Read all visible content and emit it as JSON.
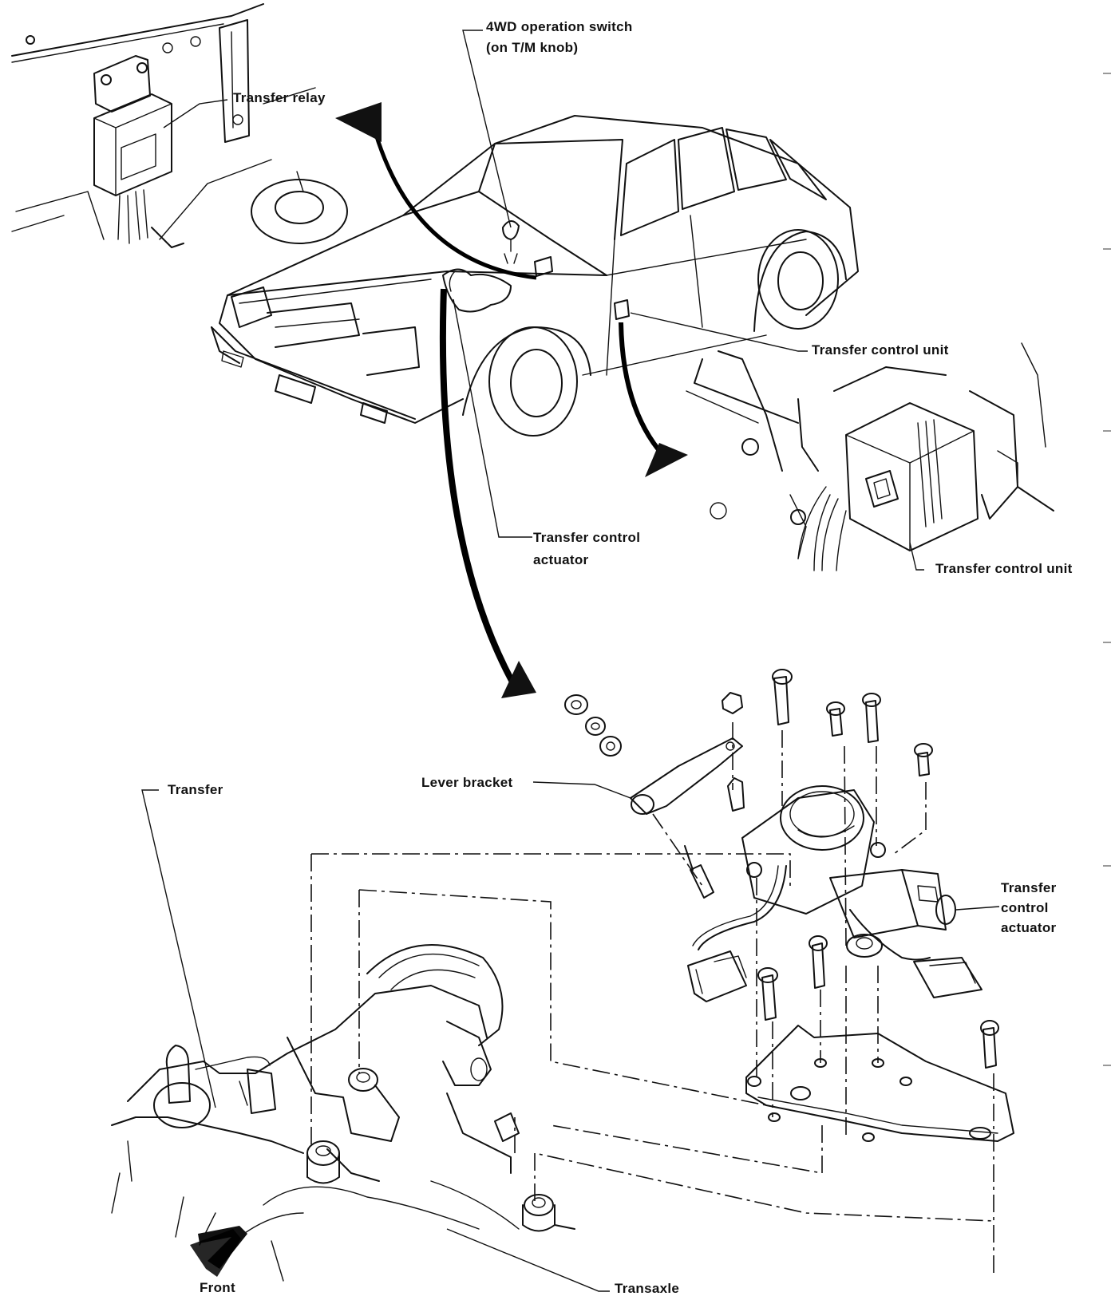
{
  "labels": {
    "switch_line1": "4WD operation switch",
    "switch_line2": "(on T/M knob)",
    "transfer_relay": "Transfer relay",
    "tcu_upper": "Transfer control unit",
    "tcu_lower": "Transfer control unit",
    "actuator_upper_line1": "Transfer control",
    "actuator_upper_line2": "actuator",
    "lever_bracket": "Lever bracket",
    "transfer": "Transfer",
    "actuator_right_line1": "Transfer",
    "actuator_right_line2": "control",
    "actuator_right_line3": "actuator",
    "transaxle": "Transaxle",
    "front": "Front"
  },
  "icons": {
    "direction_arrow": "front-direction-arrow-icon"
  }
}
